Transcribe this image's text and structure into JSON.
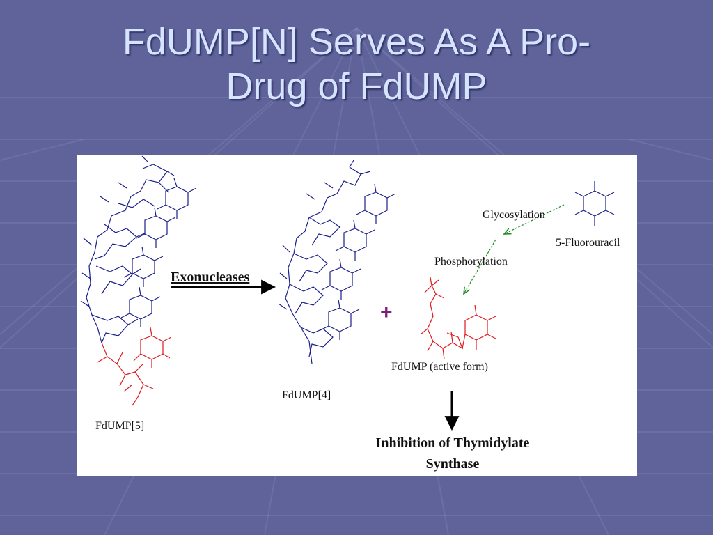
{
  "slide": {
    "title_line1": "FdUMP[N] Serves As A Pro-",
    "title_line2": "Drug of FdUMP",
    "background_color": "#5f6399",
    "title_color": "#d7e4ff"
  },
  "figure": {
    "exonucleases_label": "Exonucleases",
    "fdump5_label": "FdUMP[5]",
    "fdump4_label": "FdUMP[4]",
    "plus_sign": "+",
    "active_form_label": "FdUMP (active form)",
    "glycosylation_label": "Glycosylation",
    "fluorouracil_label": "5-Fluorouracil",
    "phosphorylation_label": "Phosphorylation",
    "inhibition_label": "Inhibition of Thymidylate Synthase",
    "colors": {
      "oligomer_strand": "#1a1f8c",
      "fdump_unit": "#e0191c",
      "enzymatic_arrow": "#1f8a1f",
      "plus": "#7a1f7a"
    }
  }
}
